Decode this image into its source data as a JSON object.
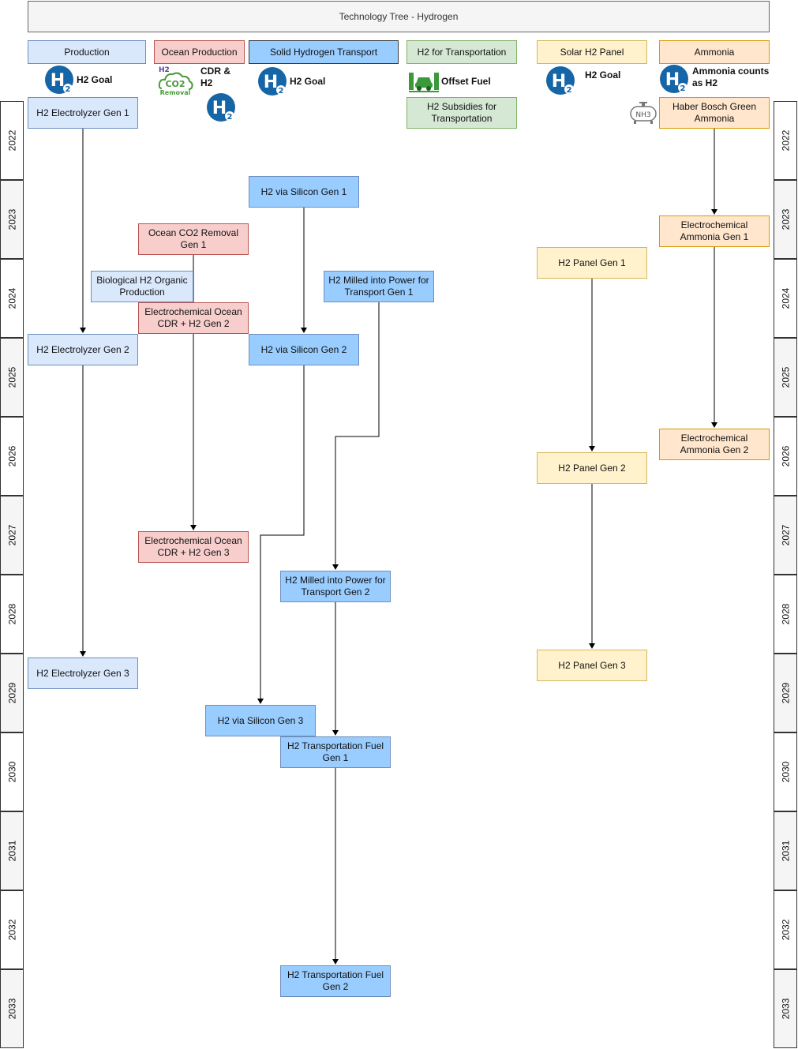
{
  "title": "Technology Tree - Hydrogen",
  "columns": {
    "production": "Production",
    "ocean": "Ocean Production",
    "solid": "Solid Hydrogen Transport",
    "transport": "H2 for Transportation",
    "solar": "Solar H2 Panel",
    "ammonia": "Ammonia"
  },
  "goals": {
    "production": "H2 Goal",
    "ocean": "CDR & H2",
    "solid": "H2 Goal",
    "transport": "Offset Fuel",
    "solar": "H2 Goal",
    "ammonia": "Ammonia counts as H2",
    "co2_icon_top": "H2",
    "co2_icon_mid": "CO2",
    "co2_icon_bottom": "Removal",
    "nh3_icon": "NH3"
  },
  "nodes": {
    "electrolyzer1": "H2 Electrolyzer Gen 1",
    "electrolyzer2": "H2 Electrolyzer Gen 2",
    "electrolyzer3": "H2 Electrolyzer Gen 3",
    "bio": "Biological H2 Organic Production",
    "ocean1": "Ocean CO2 Removal Gen 1",
    "ocean2": "Electrochemical Ocean CDR + H2 Gen 2",
    "ocean3": "Electrochemical Ocean CDR + H2 Gen 3",
    "silicon1": "H2 via Silicon Gen 1",
    "silicon2": "H2 via Silicon Gen 2",
    "silicon3": "H2 via Silicon Gen 3",
    "milled1": "H2 Milled into Power for Transport Gen 1",
    "milled2": "H2 Milled into Power for Transport Gen 2",
    "fuel1": "H2 Transportation Fuel Gen 1",
    "fuel2": "H2 Transportation Fuel Gen 2",
    "subsidies": "H2 Subsidies for Transportation",
    "panel1": "H2 Panel Gen 1",
    "panel2": "H2 Panel Gen 2",
    "panel3": "H2 Panel Gen 3",
    "haber": "Haber Bosch Green Ammonia",
    "echem1": "Electrochemical Ammonia Gen 1",
    "echem2": "Electrochemical Ammonia Gen 2"
  },
  "years": [
    "2022",
    "2023",
    "2024",
    "2025",
    "2026",
    "2027",
    "2028",
    "2029",
    "2030",
    "2031",
    "2032",
    "2033"
  ],
  "colors": {
    "production": "#dae8fc",
    "ocean": "#f8cecc",
    "solid": "#99ccff",
    "transport": "#d5e8d4",
    "solar": "#fff2cc",
    "ammonia": "#ffe6cc",
    "h2_icon": "#1565a7"
  },
  "icons": [
    "h2-icon",
    "co2-removal-icon",
    "fuel-pump-car-icon",
    "ammonia-tank-icon"
  ]
}
